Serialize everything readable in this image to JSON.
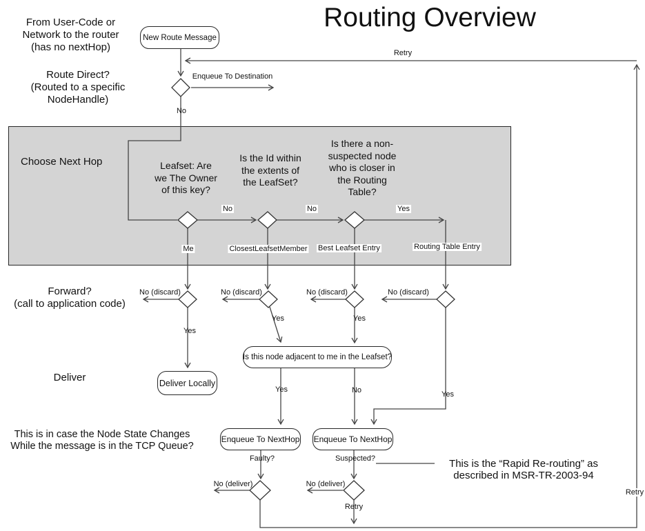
{
  "title": "Routing Overview",
  "colors": {
    "region_fill": "#d4d4d4",
    "line": "#444444",
    "node_border": "#262626",
    "text": "#111111",
    "background": "#ffffff"
  },
  "notes": {
    "from_user_code": "From User-Code or\nNetwork to the router\n(has no nextHop)",
    "route_direct": "Route Direct?\n(Routed to a specific\nNodeHandle)",
    "choose_next_hop": "Choose Next Hop",
    "forward": "Forward?\n(call to application code)",
    "deliver": "Deliver",
    "tcp_queue": "This is in case the Node State Changes\nWhile the message is in the TCP Queue?",
    "rapid_rerouting": "This is the “Rapid Re-routing” as\ndescribed in MSR-TR-2003-94"
  },
  "questions": {
    "leafset_owner": "Leafset: Are\nwe The Owner\nof this key?",
    "id_extents": "Is the Id within\nthe extents of\nthe LeafSet?",
    "closer_node": "Is there a non-\nsuspected node\nwho is closer in\nthe Routing\nTable?"
  },
  "nodes": {
    "new_route_message": "New Route Message",
    "adjacency_check": "Is this node adjacent to me in the Leafset?",
    "deliver_locally": "Deliver Locally",
    "enqueue_nexthop_left": "Enqueue To NextHop",
    "enqueue_nexthop_right": "Enqueue To NextHop"
  },
  "labels": {
    "retry_top": "Retry",
    "retry_right": "Retry",
    "retry_bottom": "Retry",
    "enqueue_to_destination": "Enqueue To Destination",
    "no": "No",
    "yes": "Yes",
    "no_discard": "No (discard)",
    "no_deliver": "No (deliver)",
    "me": "Me",
    "closest_leafset_member": "ClosestLeafsetMember",
    "best_leafset_entry": "Best Leafset Entry",
    "routing_table_entry": "Routing Table Entry",
    "faulty": "Faulty?",
    "suspected": "Suspected?"
  }
}
